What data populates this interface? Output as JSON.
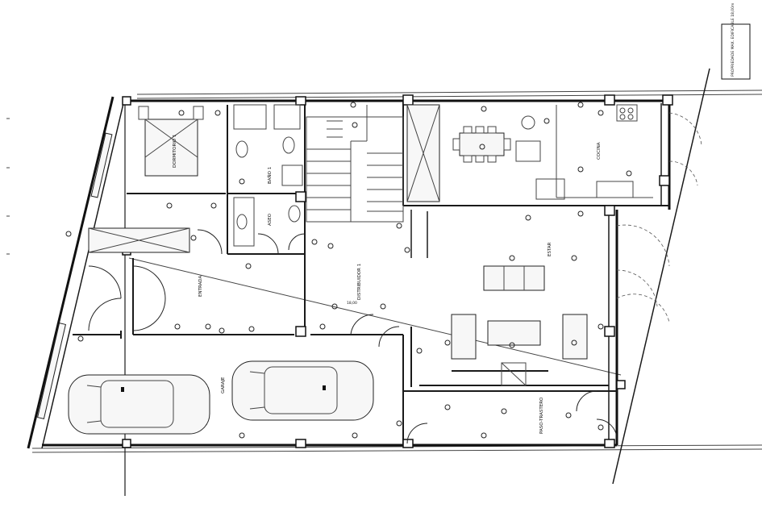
{
  "labels": {
    "property": "PROPRIEDADE MAX. EDIFICABLE 18,00m",
    "dormitorio": "DORMITORIO 1",
    "bano": "BAÑO 1",
    "aseo": "ASEO",
    "entrada": "ENTRADA",
    "distribuidor": "DISTRIBUIDOR 1",
    "estar": "ESTAR",
    "cocina": "COCINA",
    "garaje": "GARAJE",
    "pasotrastero": "PASO-TRASTERO",
    "dim": "18,00"
  },
  "colors": {
    "line": "#1a1a1a",
    "background": "#ffffff"
  }
}
